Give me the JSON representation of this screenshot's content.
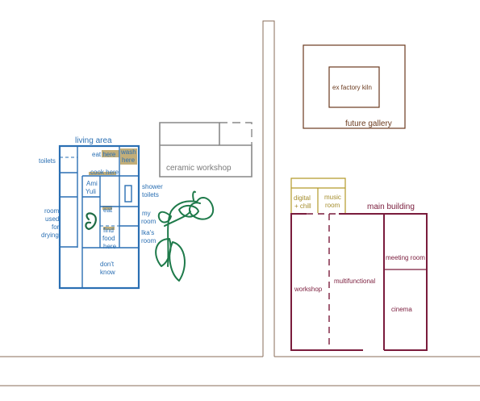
{
  "colors": {
    "living": "#2a6fb3",
    "highlight": "#c2ae79",
    "ceramic": "#888888",
    "digital": "#b59a2a",
    "main_building": "#7a1c3c",
    "gallery": "#6b3a1e",
    "ground": "#8a6d5a",
    "plant": "#1e7a4a"
  },
  "living_area": {
    "title": "living area",
    "toilets": "toilets",
    "eat_here": "eat here",
    "wash_here": [
      "wash",
      "here"
    ],
    "cook_here": "cook here",
    "ami_yuli": [
      "Ami",
      "Yuli"
    ],
    "shower_toilets": [
      "shower",
      "toilets"
    ],
    "eat": "eat",
    "my_room": [
      "my",
      "room"
    ],
    "find_food_here": [
      "find",
      "food",
      "here"
    ],
    "ikas_room": [
      "Ika's",
      "room"
    ],
    "room_used_for_drying": [
      "room",
      "used",
      "for",
      "drying"
    ],
    "dont_know": [
      "don't",
      "know"
    ]
  },
  "ceramic_workshop": {
    "label": "ceramic workshop"
  },
  "digital_chill": {
    "digital": [
      "digital",
      "+ chill"
    ],
    "music_room": [
      "music",
      "room"
    ]
  },
  "main_building": {
    "title": "main building",
    "workshop": "workshop",
    "multifunctional": "multifunctional",
    "meeting_room": "meeting room",
    "cinema": "cinema"
  },
  "gallery": {
    "kiln": "ex factory kiln",
    "title": "future gallery"
  },
  "plant": {
    "icon": "plant-doodle-icon"
  },
  "ground": {
    "icon": "ground-line"
  }
}
